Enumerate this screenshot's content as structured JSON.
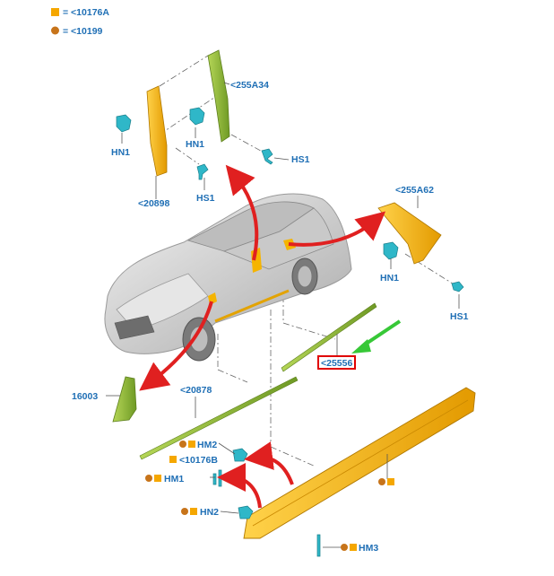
{
  "legend": {
    "square_text": "= <10176A",
    "circle_text": "= <10199",
    "square_color": "#f5a700",
    "circle_color": "#c7741a"
  },
  "labels": {
    "p255A34": "<255A34",
    "p20898": "<20898",
    "hn1_a": "HN1",
    "hn1_b": "HN1",
    "hn1_c": "HN1",
    "hs1_a": "HS1",
    "hs1_b": "HS1",
    "hs1_c": "HS1",
    "p255A62": "<255A62",
    "p25556": "<25556",
    "p16003": "16003",
    "p20878": "<20878",
    "hm2_a": "HM2",
    "p10176B": "<10176B",
    "hm1": "HM1",
    "hn2": "HN2",
    "hm3": "HM3"
  },
  "highlight": {
    "part": "<25556",
    "box_color": "#e00000"
  },
  "colors": {
    "trim_yellow": "#f5b400",
    "trim_green": "#8fb43a",
    "clip_cyan": "#2fb7c8",
    "arrow_red": "#e02020",
    "arrow_green": "#37c837",
    "car_gray": "#d9d9d9"
  },
  "icons": [
    "car-body-illustration",
    "clip-icon",
    "screw-icon",
    "red-arrow-icon",
    "green-arrow-icon"
  ]
}
